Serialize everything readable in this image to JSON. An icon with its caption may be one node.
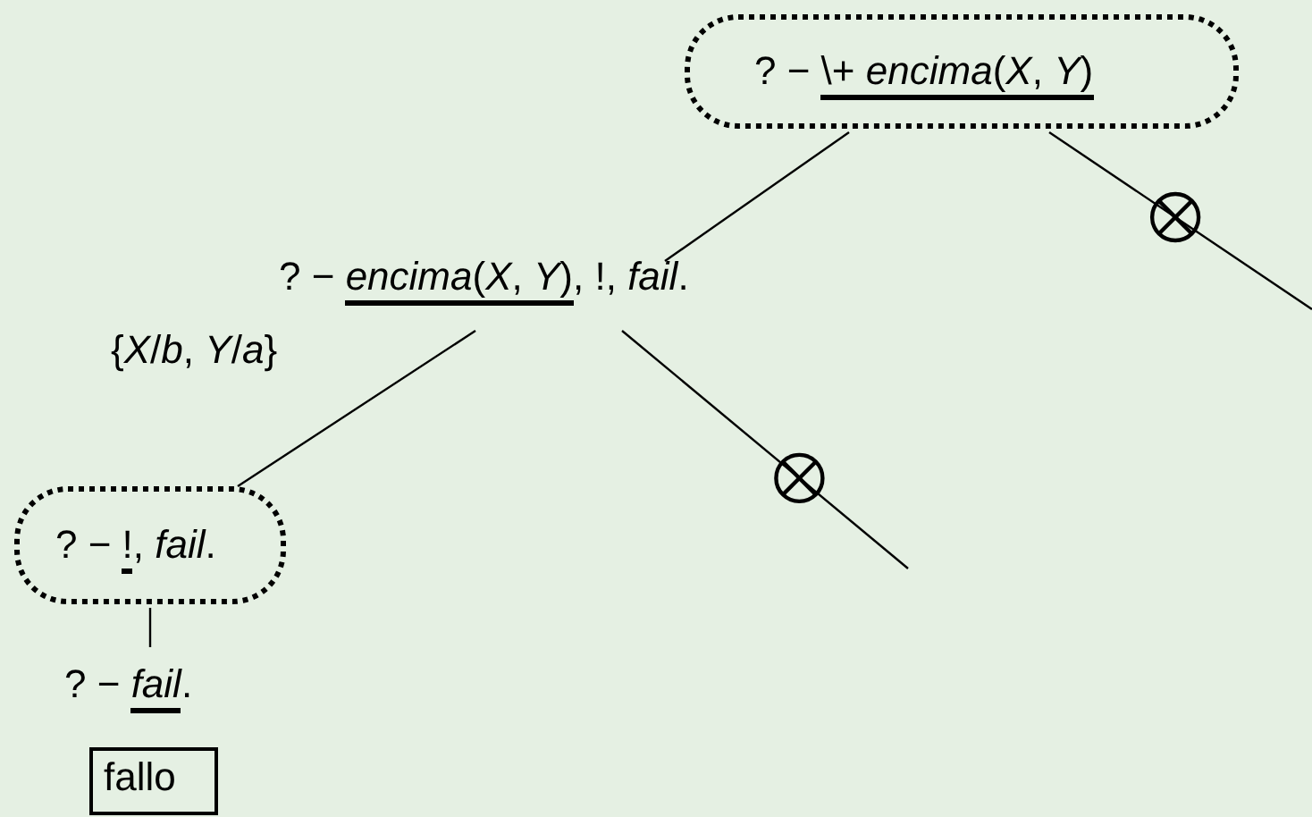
{
  "diagram": {
    "nodes": [
      {
        "text": [
          "? − \\+  *encima*(*X*, *Y*)"
        ]
      },
      {
        "text": [
          "? − *encima*(*X*, *Y*), !, *fail*."
        ]
      },
      {
        "text": [
          "? − !, *fail*."
        ]
      },
      {
        "text": [
          "? − *fail*."
        ]
      },
      {
        "text": [
          "fallo"
        ]
      }
    ],
    "edges": [
      {
        "from": 0,
        "to": 1,
        "arrow": "none"
      },
      {
        "from": 0,
        "to": null,
        "arrow": "none"
      },
      {
        "from": 1,
        "to": 2,
        "arrow": "none",
        "label": "{*X*/*b*, *Y*/*a*}"
      },
      {
        "from": 1,
        "to": null,
        "arrow": "none"
      },
      {
        "from": 2,
        "to": 3,
        "arrow": "none"
      }
    ]
  }
}
